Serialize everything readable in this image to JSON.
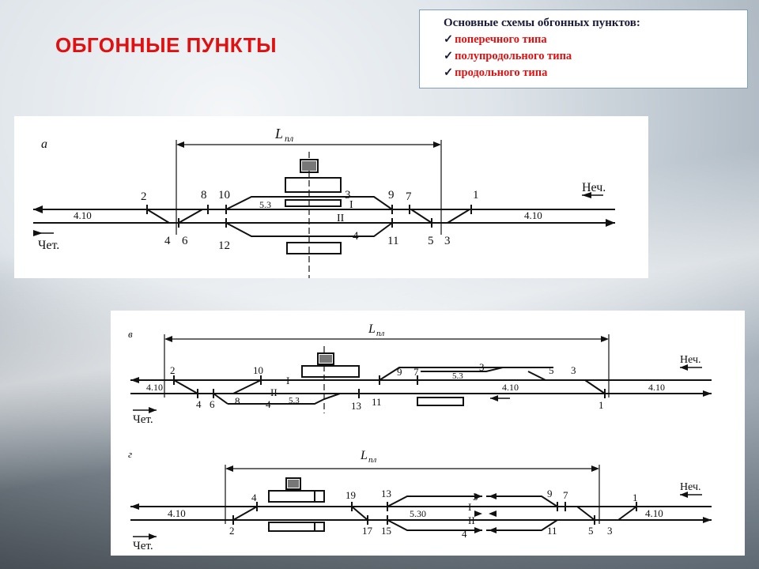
{
  "slide": {
    "title": "ОБГОННЫЕ ПУНКТЫ"
  },
  "info": {
    "heading": "Основные схемы обгонных пунктов:",
    "check_mark": "✓",
    "items": [
      "поперечного типа",
      "полупродольного типа",
      "продольного типа"
    ]
  },
  "diagram_a": {
    "letter": "а",
    "length_label": "L",
    "length_sub": "пл",
    "direction_odd": "Неч.",
    "direction_even": "Чет.",
    "track_main": "I",
    "track_second": "II",
    "spec_left": "4.10",
    "spec_right": "4.10",
    "spec_mid": "5.3",
    "switches": [
      "2",
      "4",
      "6",
      "8",
      "10",
      "12",
      "3",
      "4",
      "9",
      "11",
      "7",
      "5",
      "3",
      "1"
    ]
  },
  "diagram_b": {
    "letter": "в",
    "length_label": "L",
    "length_sub": "пл",
    "direction_odd": "Неч.",
    "direction_even": "Чет.",
    "track_main": "I",
    "track_second": "II",
    "spec_left": "4.10",
    "spec_right": "4.10",
    "spec_mid1": "5.3",
    "spec_mid2": "5.3",
    "spec_mid3": "4.10",
    "switches": [
      "2",
      "10",
      "4",
      "6",
      "8",
      "4",
      "13",
      "11",
      "9",
      "7",
      "3",
      "5",
      "3",
      "1"
    ]
  },
  "diagram_c": {
    "letter": "г",
    "length_label": "L",
    "length_sub": "пл",
    "direction_odd": "Неч.",
    "direction_even": "Чет.",
    "track_main": "I",
    "track_second": "II",
    "spec_left": "4.10",
    "spec_right": "4.10",
    "spec_mid": "5.30",
    "switches": [
      "4",
      "2",
      "19",
      "17",
      "13",
      "15",
      "3",
      "4",
      "9",
      "11",
      "7",
      "5",
      "1",
      "3"
    ]
  }
}
